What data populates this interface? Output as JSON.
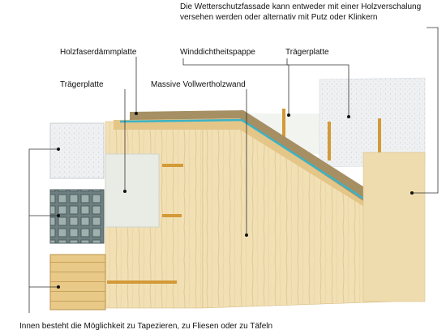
{
  "labels": {
    "wetterschutz_note": "Die Wetterschutzfassade kann entweder mit einer Holzverschalung versehen werden oder alternativ mit Putz oder Klinkern",
    "holzfaserdaemmplatte": "Holzfaserdämmplatte",
    "winddichtheitspappe": "Winddichtheitspappe",
    "traegerplatte_right": "Trägerplatte",
    "traegerplatte_left": "Trägerplatte",
    "massive_vollwertholzwand": "Massive Vollwertholzwand",
    "innen_note": "Innen besteht die Möglichkeit zu Tapezieren, zu Fliesen oder zu Täfeln"
  },
  "colors": {
    "wood_light": "#f1dfb3",
    "wood_grain": "#dcc08a",
    "wood_end": "#e2c585",
    "insulation_top": "#a89770",
    "membrane_blue": "#3bb3c7",
    "dowel": "#d39a38",
    "leader_line": "#333333"
  },
  "swatches": [
    "tapete",
    "fliesen",
    "holztaefelung"
  ]
}
